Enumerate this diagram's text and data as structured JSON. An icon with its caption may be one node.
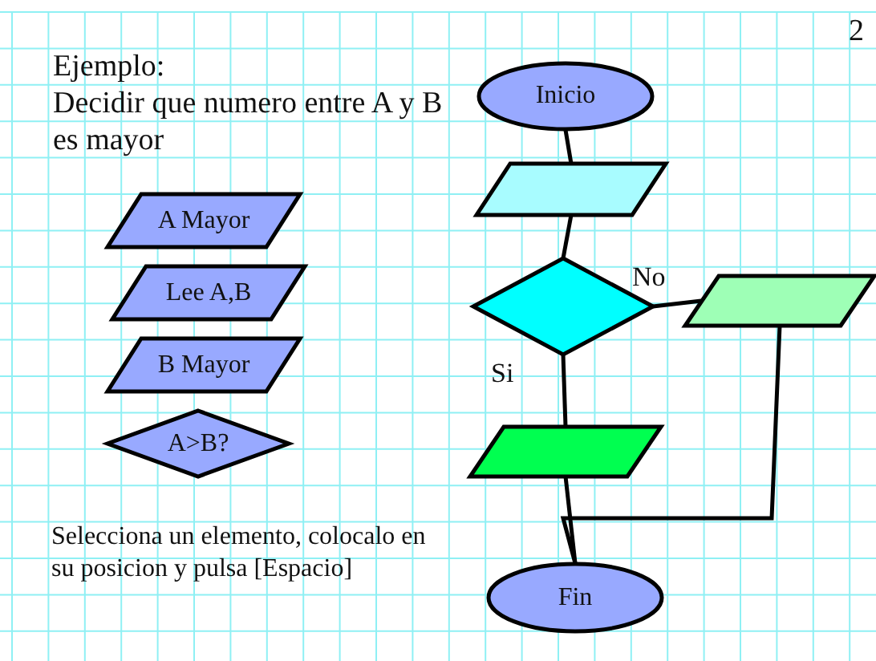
{
  "diagram": {
    "title": "Ejemplo:",
    "nodes": [
      {
        "text": [
          "A Mayor"
        ]
      },
      {
        "text": [
          "Lee A,B"
        ]
      },
      {
        "text": [
          "B Mayor"
        ]
      },
      {
        "text": [
          "A>B?"
        ]
      },
      {
        "text": [
          "Inicio"
        ]
      },
      {
        "text": [],
        "shape": "parallelogram"
      },
      {
        "text": [],
        "shape": "diamond"
      },
      {
        "text": [],
        "shape": "parallelogram"
      },
      {
        "text": [],
        "shape": "parallelogram"
      },
      {
        "text": [
          "Fin"
        ]
      }
    ],
    "edges": [
      {
        "from": 4,
        "to": 5,
        "arrow": "none"
      },
      {
        "from": 5,
        "to": 6,
        "arrow": "none"
      },
      {
        "from": 6,
        "to": 7,
        "arrow": "none",
        "label": "No"
      },
      {
        "from": 6,
        "to": 8,
        "arrow": "none",
        "label": "Si"
      },
      {
        "from": 8,
        "to": 9,
        "arrow": "none"
      },
      {
        "from": 7,
        "to": 9,
        "arrow": "none"
      }
    ],
    "labels": [
      "2",
      "Decidir que numero entre A y B es mayor",
      "Selecciona un elemento, colocalo en su posicion y pulsa [Espacio]"
    ]
  }
}
